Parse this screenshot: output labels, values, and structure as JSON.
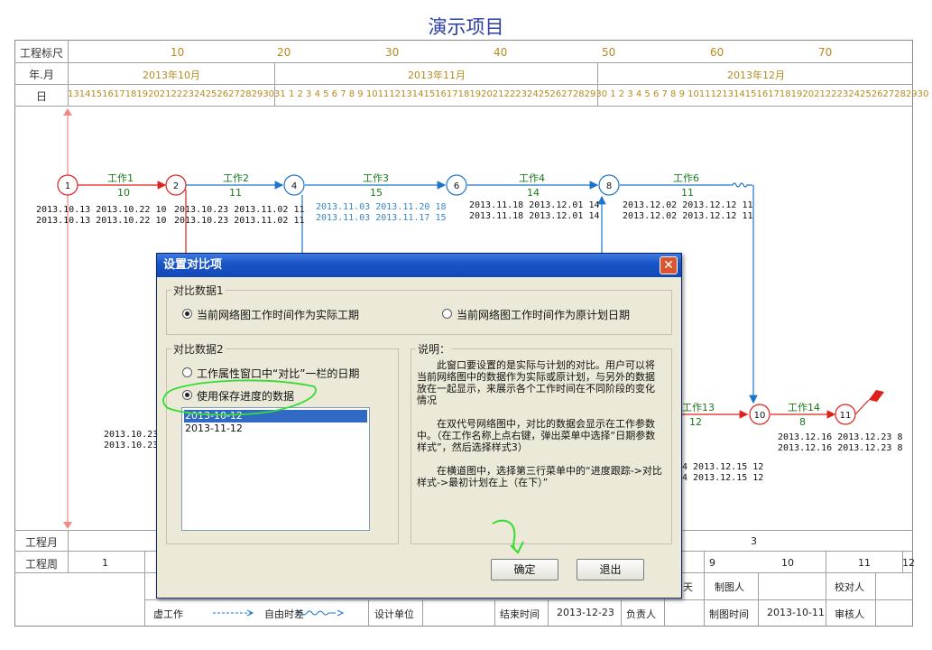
{
  "project_title": "演示项目",
  "header": {
    "row_scale_label": "工程标尺",
    "row_month_label": "年.月",
    "row_day_label": "日",
    "scale_ticks": [
      "10",
      "20",
      "30",
      "40",
      "50",
      "60",
      "70"
    ],
    "months": [
      "2013年10月",
      "2013年11月",
      "2013年12月"
    ],
    "days_oct": "13141516171819202122232425262728293031",
    "days_nov": "1 2 3 4 5 6 7 8 9 101112131415161718192021222324252627282930",
    "days_dec": "1 2 3 4 5 6 7 8 9 101112131415161718192021222324252627282930"
  },
  "network": {
    "nodes": [
      "1",
      "2",
      "4",
      "6",
      "8",
      "10",
      "11"
    ],
    "tasks": [
      {
        "name": "工作1",
        "duration": "10"
      },
      {
        "name": "工作2",
        "duration": "11"
      },
      {
        "name": "工作3",
        "duration": "15"
      },
      {
        "name": "工作4",
        "duration": "14"
      },
      {
        "name": "工作6",
        "duration": "11"
      },
      {
        "name": "工作13",
        "duration": "12"
      },
      {
        "name": "工作14",
        "duration": "8"
      }
    ],
    "dates": {
      "t1_a": "2013.10.13 2013.10.22 10",
      "t1_b": "2013.10.13 2013.10.22 10",
      "t2_a": "2013.10.23 2013.11.02 11",
      "t2_b": "2013.10.23 2013.11.02 11",
      "t3_a": "2013.11.03 2013.11.20 18",
      "t3_b": "2013.11.03 2013.11.17 15",
      "t4_a": "2013.11.18 2013.12.01 14",
      "t4_b": "2013.11.18 2013.12.01 14",
      "t6_a": "2013.12.02 2013.12.12 11",
      "t6_b": "2013.12.02 2013.12.12 11",
      "left_a": "2013.10.23",
      "left_b": "2013.10.23",
      "t13_a": "4 2013.12.15 12",
      "t13_b": "4 2013.12.15 12",
      "t14_a": "2013.12.16 2013.12.23 8",
      "t14_b": "2013.12.16 2013.12.23 8"
    }
  },
  "footer": {
    "project_month_label": "工程月",
    "project_week_label": "工程周",
    "week_first": "1",
    "month_cells": [
      "3"
    ],
    "week_cells": [
      "9",
      "10",
      "11",
      "12"
    ],
    "legend_virtual": "虚工作",
    "legend_float": "自由时差",
    "design_unit_label": "设计单位",
    "end_time_label": "结束时间",
    "end_time_value": "2013-12-23",
    "owner_label": "负责人",
    "drawer_label": "制图人",
    "draw_time_label": "制图时间",
    "draw_time_value": "2013-10-11",
    "checker_label": "校对人",
    "reviewer_label": "审核人",
    "day_unit": "天"
  },
  "dialog": {
    "title": "设置对比项",
    "group1_label": "对比数据1",
    "opt1a": "当前网络图工作时间作为实际工期",
    "opt1b": "当前网络图工作时间作为原计划日期",
    "group2_label": "对比数据2",
    "opt2a": "工作属性窗口中“对比”一栏的日期",
    "opt2b": "使用保存进度的数据",
    "list_items": [
      "2013-10-12",
      "2013-11-12"
    ],
    "desc_label": "说明：",
    "desc_p1": "此窗口要设置的是实际与计划的对比。用户可以将当前网络图中的数据作为实际或原计划，与另外的数据放在一起显示，来展示各个工作时间在不同阶段的变化情况",
    "desc_p2": "在双代号网络图中，对比的数据会显示在工作参数中。（在工作名称上点右键，弹出菜单中选择“日期参数样式”，然后选择样式3）",
    "desc_p3": "在横道图中，选择第三行菜单中的“进度跟踪->对比样式->最初计划在上（在下）”",
    "ok_label": "确定",
    "exit_label": "退出"
  },
  "colors": {
    "critical": "#e0201a",
    "normal": "#1d74c8",
    "task_label": "#1a7a1a",
    "header_text": "#b58a1f",
    "annotation": "#33dd33"
  }
}
